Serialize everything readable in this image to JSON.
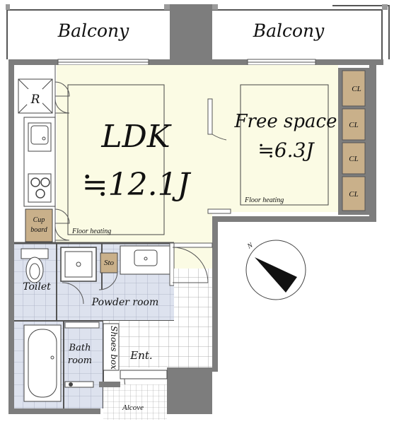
{
  "rooms": {
    "balcony_left": "Balcony",
    "balcony_right": "Balcony",
    "ldk_name": "LDK",
    "ldk_size": "≒12.1J",
    "free_name": "Free space",
    "free_size": "≒6.3J",
    "ldk_floor_heating": "Floor heating",
    "free_floor_heating": "Floor heating",
    "refrigerator": "R",
    "cupboard_line1": "Cup",
    "cupboard_line2": "board",
    "storage": "Sto",
    "toilet": "Toilet",
    "powder_room": "Powder room",
    "bath_line1": "Bath",
    "bath_line2": "room",
    "shoes_box": "Shoes box",
    "entrance": "Ent.",
    "alcove": "Alcove",
    "closets": [
      "CL",
      "CL",
      "CL",
      "CL"
    ],
    "compass_letter": "N"
  },
  "colors": {
    "ldk_floor": "#fbfbe4",
    "wet_area": "#dde2ee",
    "closet": "#c9b08a",
    "wall": "#7d7d7d"
  }
}
